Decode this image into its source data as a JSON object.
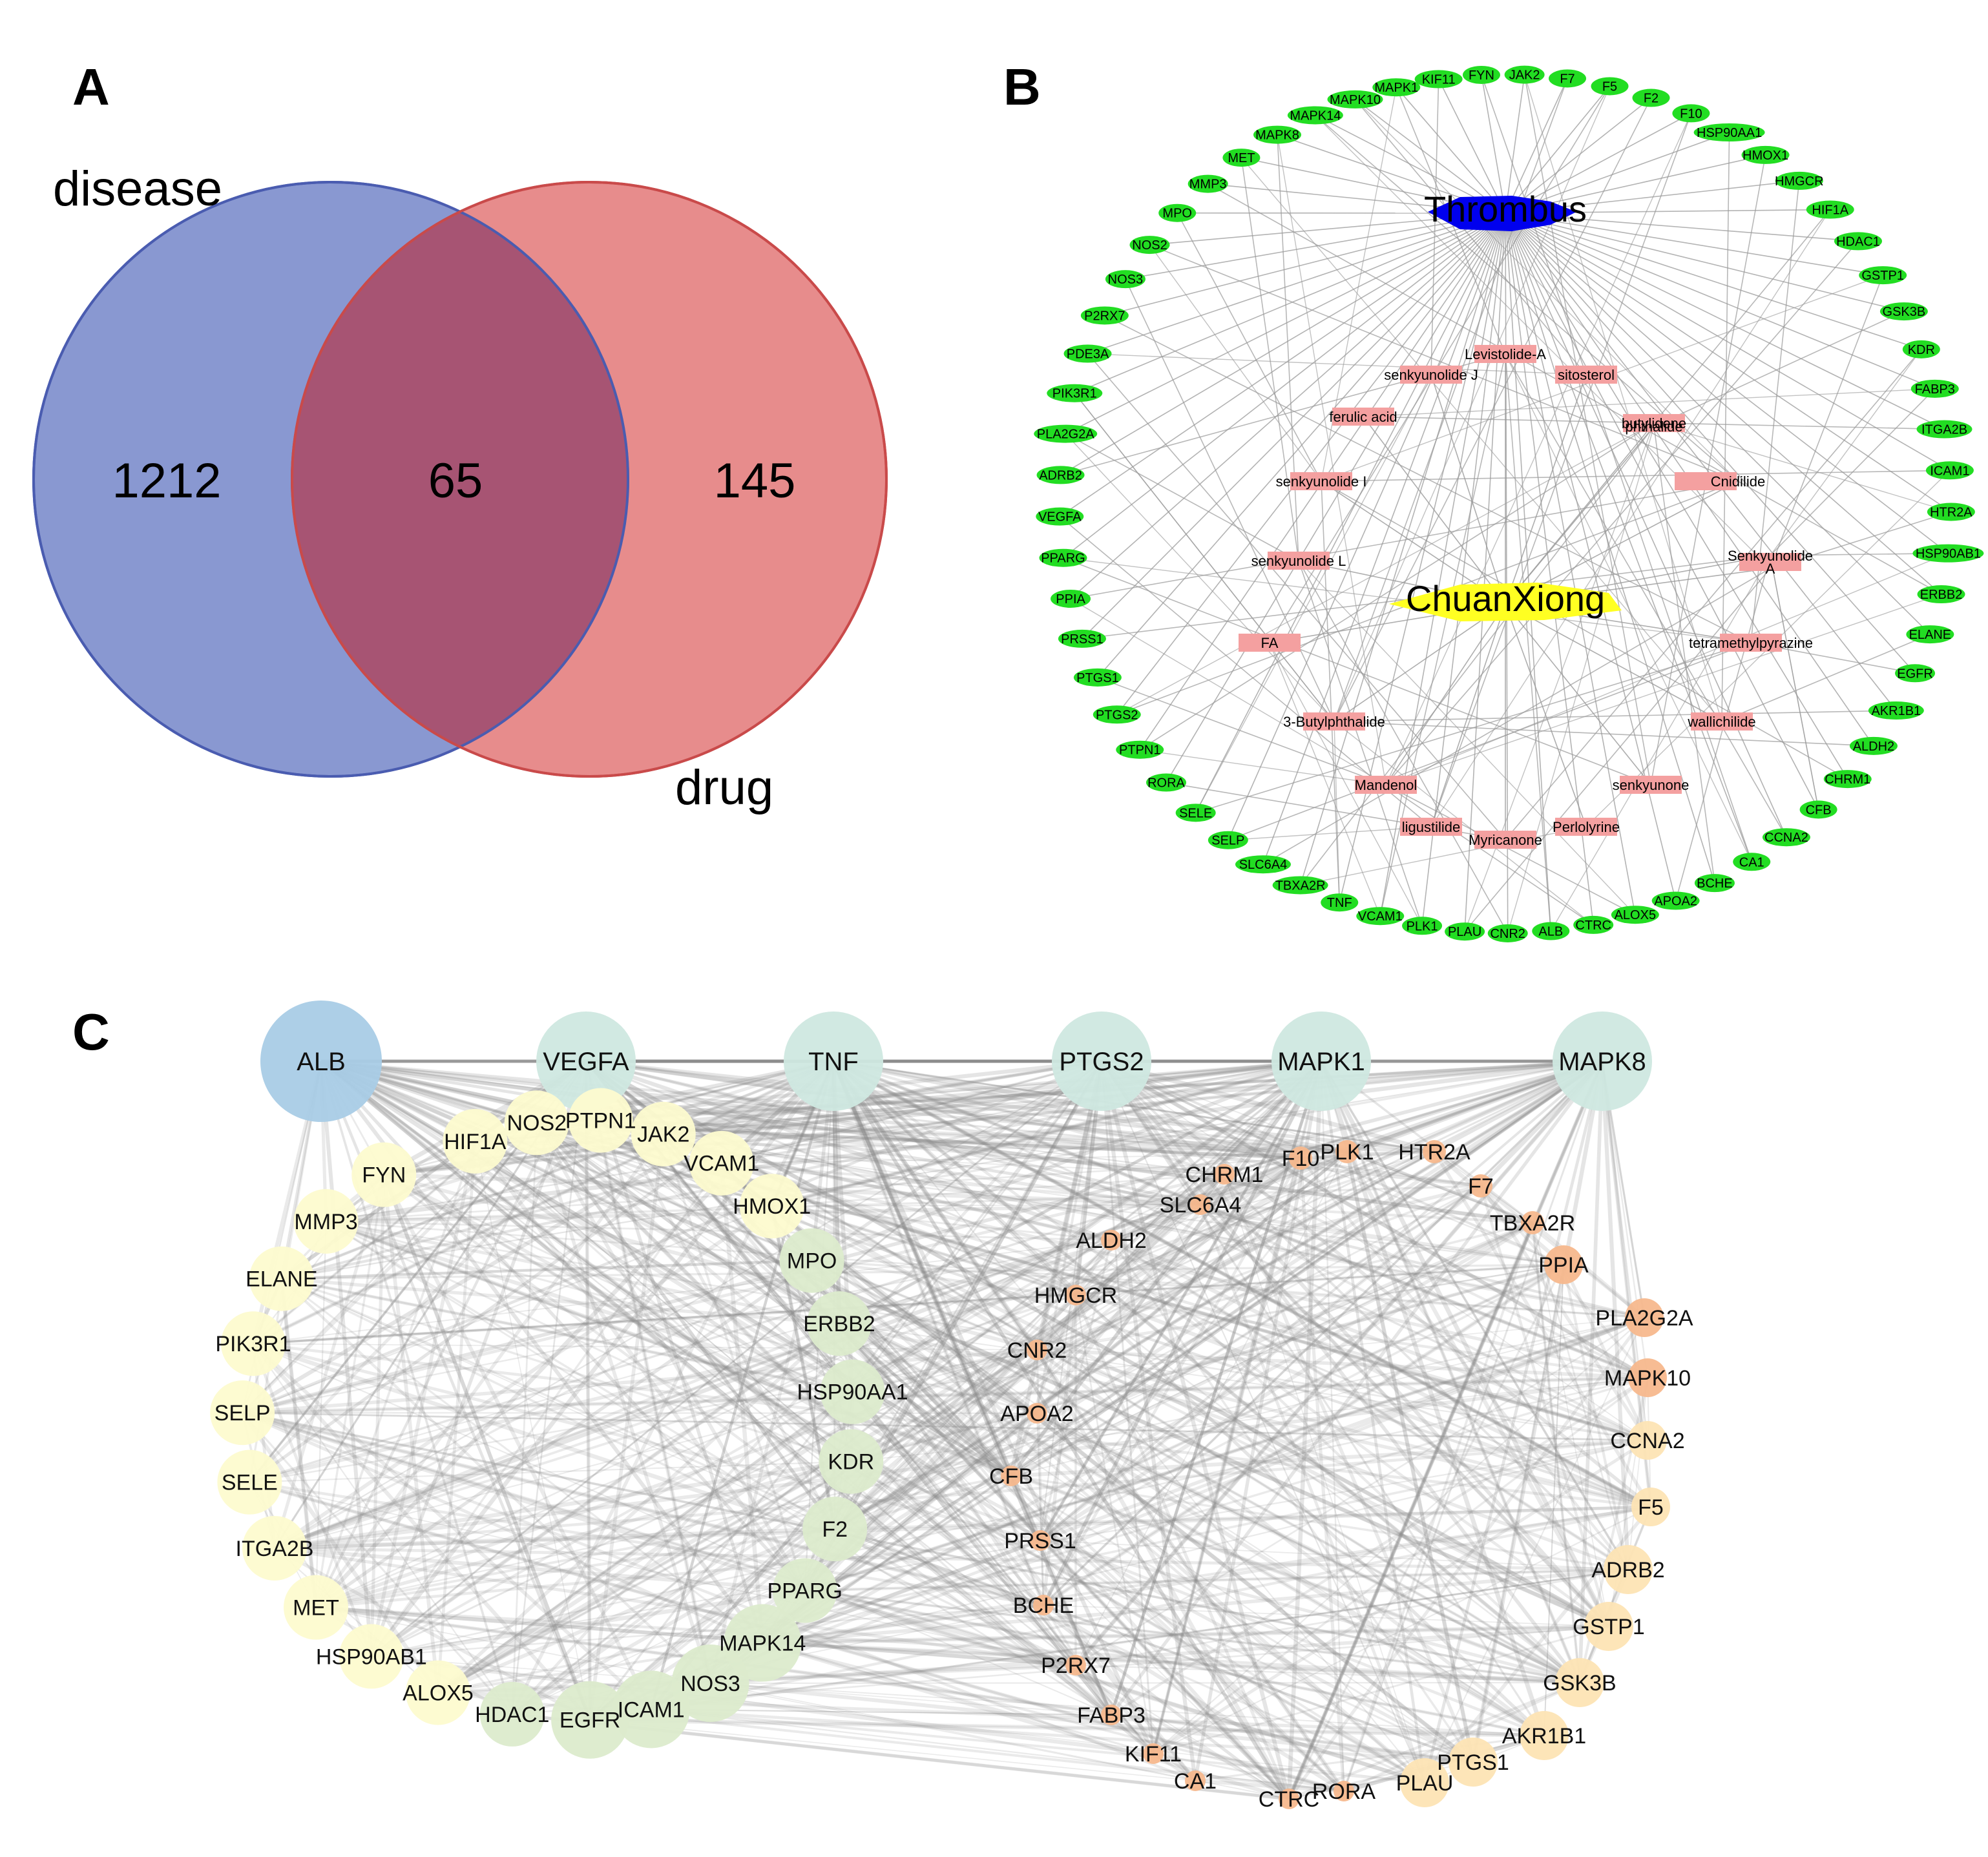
{
  "panel_a": {
    "letter": "A",
    "set1_label": "disease",
    "set2_label": "drug",
    "only_set1": "1212",
    "intersection": "65",
    "only_set2": "145",
    "colors": {
      "set1": "#6f81c7",
      "set2": "#e06b6b",
      "overlap": "#a75473"
    }
  },
  "panel_b": {
    "letter": "B",
    "hub_disease": "Thrombus",
    "hub_herb": "ChuanXiong",
    "compounds": [
      "Levistolide-A",
      "senkyunolide J",
      "sitosterol",
      "ferulic acid",
      "butylidene",
      "phthalide",
      "Cnidilide",
      "senkyunolide I",
      "Senkyunolide",
      "A",
      "senkyunolide L",
      "tetramethylpyrazine",
      "FA",
      "3-Butylphthalide",
      "wallichilide",
      "senkyunone",
      "Mandenol",
      "ligustilide",
      "Myricanone",
      "Perlolyrine"
    ],
    "targets": [
      "F7",
      "F5",
      "F2",
      "F10",
      "HSP90AA1",
      "HMOX1",
      "HMGCR",
      "HIF1A",
      "HDAC1",
      "GSTP1",
      "GSK3B",
      "KDR",
      "FABP3",
      "ITGA2B",
      "ICAM1",
      "HTR2A",
      "HSP90AB1",
      "ERBB2",
      "ELANE",
      "EGFR",
      "AKR1B1",
      "ALDH2",
      "CHRM1",
      "CFB",
      "CCNA2",
      "CA1",
      "BCHE",
      "APOA2",
      "ALOX5",
      "CTRC",
      "ALB",
      "CNR2",
      "PLAU",
      "PLK1",
      "VCAM1",
      "TNF",
      "TBXA2R",
      "SLC6A4",
      "SELP",
      "SELE",
      "RORA",
      "PTPN1",
      "PTGS2",
      "PTGS1",
      "PRSS1",
      "PPIA",
      "PPARG",
      "VEGFA",
      "ADRB2",
      "PLA2G2A",
      "PIK3R1",
      "PDE3A",
      "P2RX7",
      "NOS3",
      "NOS2",
      "MPO",
      "MMP3",
      "MET",
      "MAPK8",
      "MAPK14",
      "MAPK10",
      "MAPK1",
      "KIF11",
      "FYN",
      "JAK2"
    ],
    "colors": {
      "target": "#22dd22",
      "compound": "#f4a0a0",
      "disease": "#0000ee",
      "herb": "#ffff22"
    }
  },
  "panel_c": {
    "letter": "C",
    "top_hubs": [
      "ALB",
      "VEGFA",
      "TNF",
      "PTGS2",
      "MAPK1",
      "MAPK8"
    ],
    "left_ring": [
      "HIF1A",
      "NOS2",
      "PTPN1",
      "JAK2",
      "VCAM1",
      "HMOX1",
      "MPO",
      "ERBB2",
      "HSP90AA1",
      "KDR",
      "F2",
      "PPARG",
      "MAPK14",
      "NOS3",
      "ICAM1",
      "EGFR",
      "HDAC1",
      "ALOX5",
      "HSP90AB1",
      "MET",
      "ITGA2B",
      "SELE",
      "SELP",
      "PIK3R1",
      "ELANE",
      "MMP3",
      "FYN"
    ],
    "middle_column": [
      "CHRM1",
      "SLC6A4",
      "ALDH2",
      "HMGCR",
      "CNR2",
      "APOA2",
      "CFB",
      "PRSS1",
      "BCHE",
      "P2RX7",
      "FABP3",
      "KIF11",
      "CA1",
      "CTRC",
      "RORA"
    ],
    "right_arc": [
      "F10",
      "PLK1",
      "HTR2A",
      "F7",
      "TBXA2R",
      "PPIA",
      "PLA2G2A",
      "MAPK10",
      "CCNA2",
      "F5",
      "ADRB2",
      "GSTP1",
      "GSK3B",
      "AKR1B1",
      "PTGS1",
      "PLAU"
    ],
    "colors": {
      "hub_alb": "#a9cce6",
      "hub": "#cfe8e0",
      "ring_yellow": "#fdfbcf",
      "ring_green": "#dcebcc",
      "small": "#f7b88d",
      "right": "#fde4b4",
      "edge": "#8a8a8a"
    }
  }
}
